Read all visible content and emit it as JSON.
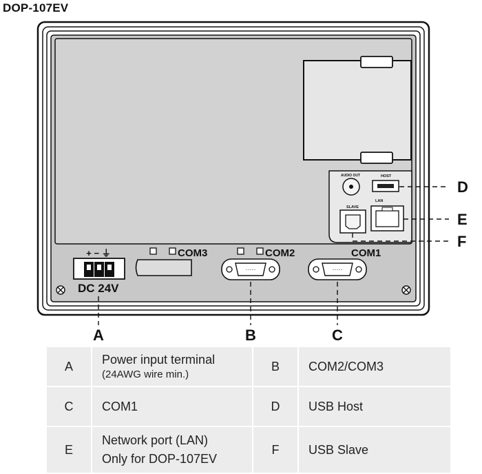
{
  "title": "DOP-107EV",
  "labels": {
    "com3": "COM3",
    "com2": "COM2",
    "com1": "COM1",
    "power": "DC 24V",
    "power_symbols": "+ − ⏚",
    "audio_out": "AUDIO OUT",
    "host": "HOST",
    "lan": "LAN",
    "slave": "SLAVE"
  },
  "callouts": {
    "a": "A",
    "b": "B",
    "c": "C",
    "d": "D",
    "e": "E",
    "f": "F"
  },
  "table": {
    "rows": [
      {
        "k1": "A",
        "v1": "Power input terminal",
        "v1_sub": "(24AWG wire min.)",
        "k2": "B",
        "v2": "COM2/COM3"
      },
      {
        "k1": "C",
        "v1": "COM1",
        "k2": "D",
        "v2": "USB Host"
      },
      {
        "k1": "E",
        "v1": "Network port (LAN)",
        "v1_line2": "Only for DOP-107EV",
        "k2": "F",
        "v2": "USB Slave"
      }
    ]
  }
}
